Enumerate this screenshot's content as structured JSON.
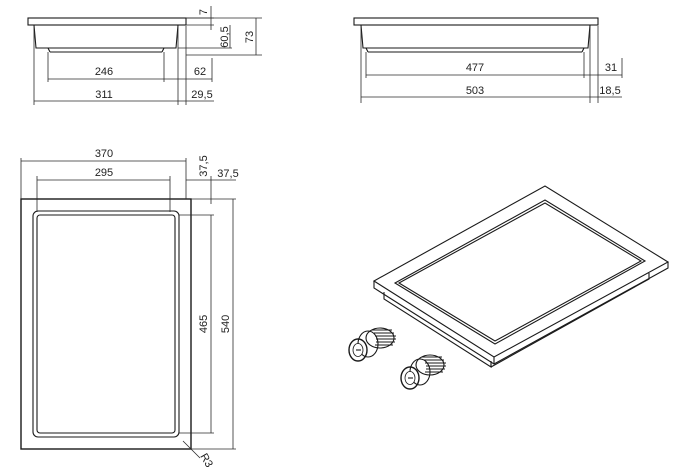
{
  "drawing": {
    "side_view_a": {
      "labels": {
        "width_inner": "246",
        "width_outer": "311",
        "offset_a": "62",
        "offset_b": "29,5",
        "height_thickness": "7",
        "height_inner": "60,5",
        "height_total": "73"
      }
    },
    "side_view_b": {
      "labels": {
        "width_inner": "477",
        "width_outer": "503",
        "offset_a": "31",
        "offset_b": "18,5"
      }
    },
    "top_view": {
      "labels": {
        "width_outer": "370",
        "width_inner": "295",
        "margin_top": "37,5",
        "margin_side": "37,5",
        "height_inner": "465",
        "height_outer": "540",
        "corner_radius": "R3"
      }
    },
    "iso_view": {
      "parts": [
        "cooktop-plate",
        "control-knob",
        "control-knob"
      ]
    }
  },
  "colors": {
    "line": "#1a1a1a",
    "background": "#ffffff"
  }
}
